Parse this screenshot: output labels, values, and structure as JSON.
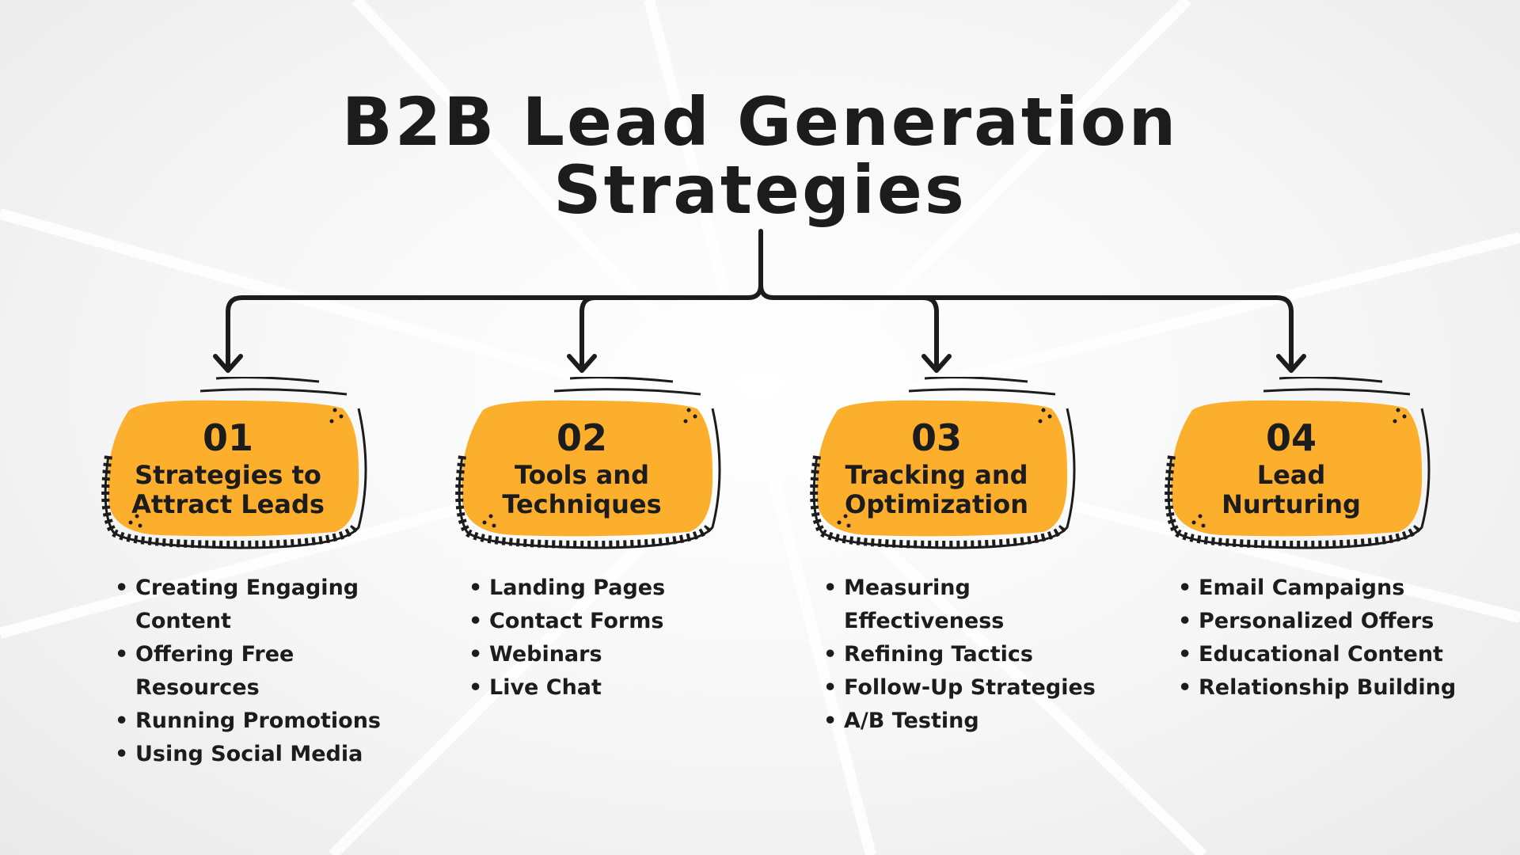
{
  "title": {
    "line1": "B2B Lead Generation",
    "line2": "Strategies"
  },
  "accent_color": "#FBAF2C",
  "columns": [
    {
      "number": "01",
      "label_line1": "Strategies to",
      "label_line2": "Attract Leads",
      "items": [
        "Creating Engaging Content",
        "Offering Free Resources",
        "Running Promotions",
        "Using Social Media"
      ]
    },
    {
      "number": "02",
      "label_line1": "Tools and",
      "label_line2": "Techniques",
      "items": [
        "Landing Pages",
        "Contact Forms",
        "Webinars",
        "Live Chat"
      ]
    },
    {
      "number": "03",
      "label_line1": "Tracking and",
      "label_line2": "Optimization",
      "items": [
        "Measuring Effectiveness",
        "Refining Tactics",
        "Follow-Up Strategies",
        "A/B Testing"
      ]
    },
    {
      "number": "04",
      "label_line1": "Lead",
      "label_line2": "Nurturing",
      "items": [
        "Email Campaigns",
        "Personalized Offers",
        "Educational Content",
        "Relationship Building"
      ]
    }
  ]
}
